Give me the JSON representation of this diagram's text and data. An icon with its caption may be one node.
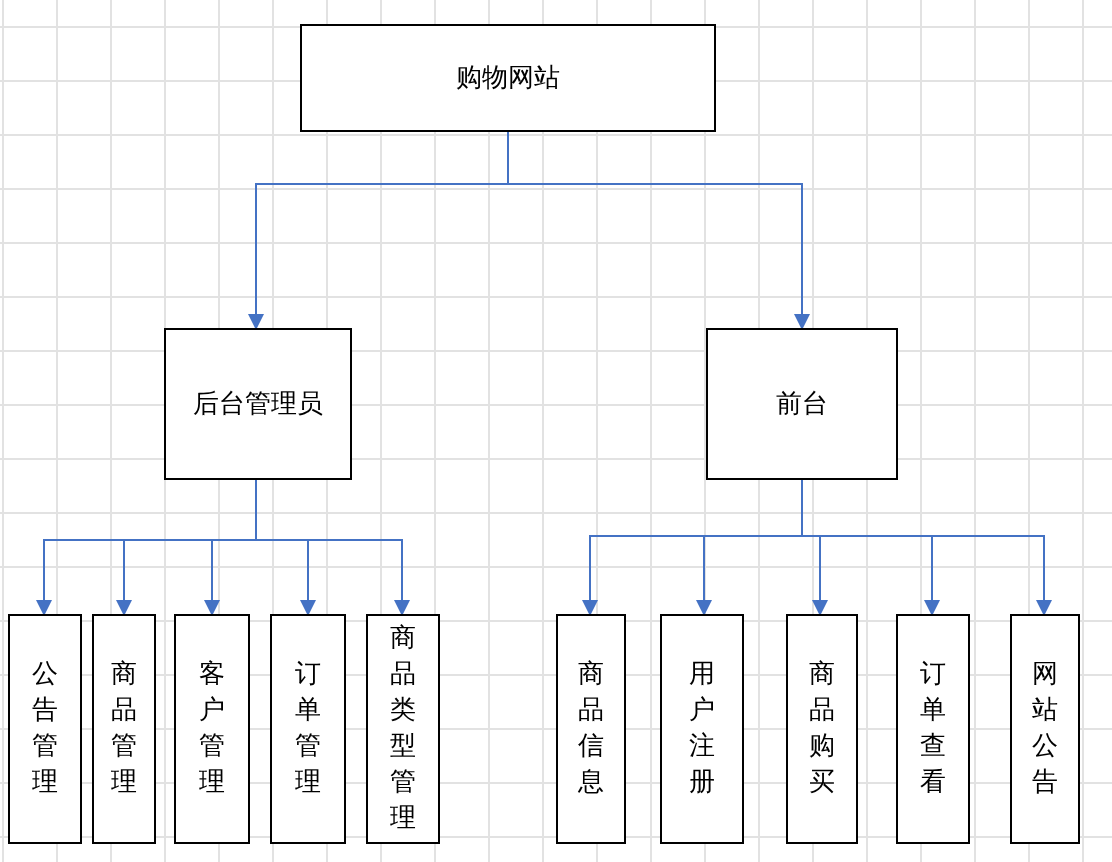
{
  "diagram": {
    "nodes": [
      {
        "text": [
          "购物网站"
        ]
      },
      {
        "text": [
          "后台管理员"
        ]
      },
      {
        "text": [
          "前台"
        ]
      },
      {
        "text": [
          "公告管理"
        ]
      },
      {
        "text": [
          "商品管理"
        ]
      },
      {
        "text": [
          "客户管理"
        ]
      },
      {
        "text": [
          "订单管理"
        ]
      },
      {
        "text": [
          "商品类型管理"
        ]
      },
      {
        "text": [
          "商品信息"
        ]
      },
      {
        "text": [
          "用户注册"
        ]
      },
      {
        "text": [
          "商品购买"
        ]
      },
      {
        "text": [
          "订单查看"
        ]
      },
      {
        "text": [
          "网站公告"
        ]
      }
    ],
    "edges": [
      {
        "from": 0,
        "to": 1,
        "arrow": "to"
      },
      {
        "from": 0,
        "to": 2,
        "arrow": "to"
      },
      {
        "from": 1,
        "to": 3,
        "arrow": "to"
      },
      {
        "from": 1,
        "to": 4,
        "arrow": "to"
      },
      {
        "from": 1,
        "to": 5,
        "arrow": "to"
      },
      {
        "from": 1,
        "to": 6,
        "arrow": "to"
      },
      {
        "from": 1,
        "to": 7,
        "arrow": "to"
      },
      {
        "from": 2,
        "to": 8,
        "arrow": "to"
      },
      {
        "from": 2,
        "to": 9,
        "arrow": "to"
      },
      {
        "from": 2,
        "to": 10,
        "arrow": "to"
      },
      {
        "from": 2,
        "to": 11,
        "arrow": "to"
      },
      {
        "from": 2,
        "to": 12,
        "arrow": "to"
      }
    ]
  }
}
